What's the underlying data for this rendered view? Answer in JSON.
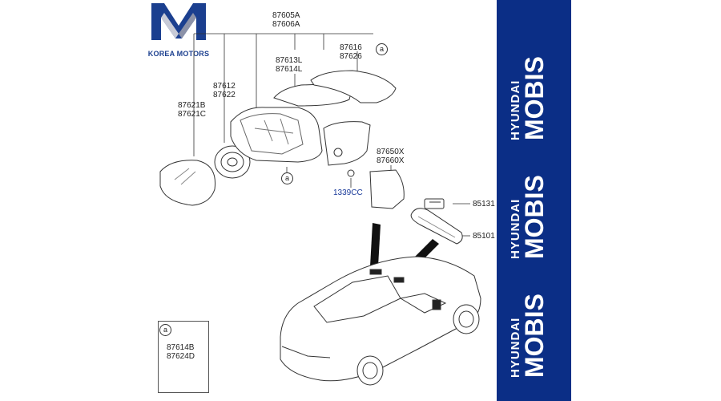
{
  "logo": {
    "text": "KOREA MOTORS",
    "color": "#1b3f8f"
  },
  "diagram": {
    "labels": {
      "p87605A": "87605A",
      "p87606A": "87606A",
      "p87616": "87616",
      "p87626": "87626",
      "p87613L": "87613L",
      "p87614L": "87614L",
      "p87612": "87612",
      "p87622": "87622",
      "p87621B": "87621B",
      "p87621C": "87621C",
      "p87650X": "87650X",
      "p87660X": "87660X",
      "p1339CC": "1339CC",
      "p85131": "85131",
      "p85101": "85101",
      "p87614B": "87614B",
      "p87624D": "87624D"
    },
    "callouts": {
      "a": "a"
    },
    "label_color": "#1a3a9a"
  },
  "banner": {
    "color": "#0b2e86",
    "brand_top": "HYUNDAI",
    "brand_bottom": "MOBIS",
    "repeats": 3
  }
}
